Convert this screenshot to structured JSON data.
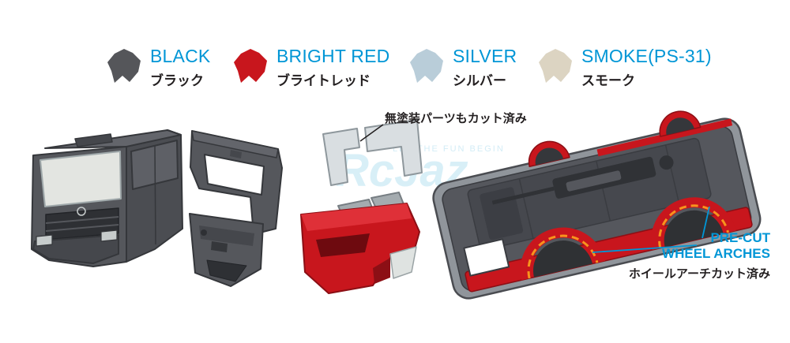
{
  "theme": {
    "accent": "#0096d6",
    "text": "#231f20",
    "highlight": "#f7941d",
    "red": "#c8161d",
    "dark": "#55575c"
  },
  "legend": {
    "items": [
      {
        "id": "black",
        "label": "BLACK",
        "label_ja": "ブラック",
        "color": "#55565a"
      },
      {
        "id": "bright-red",
        "label": "BRIGHT RED",
        "label_ja": "ブライトレッド",
        "color": "#c8161d"
      },
      {
        "id": "silver",
        "label": "SILVER",
        "label_ja": "シルバー",
        "color": "#b9cdd9"
      },
      {
        "id": "smoke",
        "label": "SMOKE(PS-31)",
        "label_ja": "スモーク",
        "color": "#dcd4c2"
      }
    ]
  },
  "annotations": {
    "precut_parts_note": "無塗装パーツもカット済み",
    "wheel_arch_en_line1": "PRE-CUT",
    "wheel_arch_en_line2": "WHEEL ARCHES",
    "wheel_arch_ja": "ホイールアーチカット済み"
  },
  "watermark": {
    "logo": "RcJaz",
    "tagline": "LET THE FUN BEGIN"
  }
}
